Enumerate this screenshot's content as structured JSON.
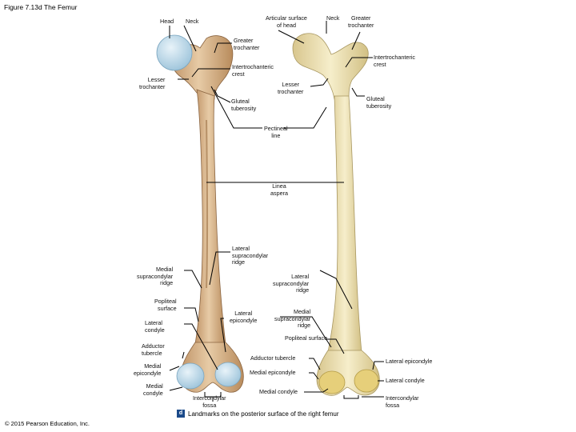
{
  "figure": {
    "title": "Figure 7.13d The Femur",
    "caption_badge": "d",
    "caption": "Landmarks on the posterior surface of the right femur",
    "copyright": "© 2015 Pearson Education, Inc."
  },
  "labels": {
    "head": "Head",
    "neck_left": "Neck",
    "articular_surface": "Articular surface\nof head",
    "neck_right": "Neck",
    "greater_trochanter_right": "Greater\ntrochanter",
    "greater_trochanter_mid": "Greater\ntrochanter",
    "intertrochanteric_crest_mid": "Intertrochanteric\ncrest",
    "intertrochanteric_crest_right": "Intertrochanteric\ncrest",
    "lesser_trochanter_left": "Lesser\ntrochanter",
    "lesser_trochanter_mid": "Lesser\ntrochanter",
    "gluteal_tuberosity_mid": "Gluteal\ntuberosity",
    "gluteal_tuberosity_right": "Gluteal\ntuberosity",
    "pectineal_line": "Pectineal\nline",
    "linea_aspera": "Linea\naspera",
    "lateral_supracondylar_ridge_mid": "Lateral\nsupracondylar\nridge",
    "medial_supracondylar_ridge_left": "Medial\nsupracondylar\nridge",
    "lateral_supracondylar_ridge_right": "Lateral\nsupracondylar\nridge",
    "popliteal_surface_left": "Popliteal\nsurface",
    "lateral_epicondyle_mid": "Lateral\nepicondyle",
    "medial_supracondylar_ridge_right": "Medial\nsupracondylar\nridge",
    "lateral_condyle_left": "Lateral\ncondyle",
    "popliteal_surface_right": "Popliteal surface",
    "adductor_tubercle_left": "Adductor\ntubercle",
    "adductor_tubercle_right": "Adductor tubercle",
    "lateral_epicondyle_right": "Lateral epicondyle",
    "medial_epicondyle_left": "Medial\nepicondyle",
    "medial_epicondyle_right": "Medial epicondyle",
    "lateral_condyle_right": "Lateral condyle",
    "medial_condyle_left": "Medial\ncondyle",
    "medial_condyle_right": "Medial condyle",
    "intercondylar_fossa_mid": "Intercondylar\nfossa",
    "intercondylar_fossa_right": "Intercondylar\nfossa"
  },
  "colors": {
    "left_bone": "#d9b892",
    "left_bone_shade": "#b98d5f",
    "cartilage": "#b9d7e8",
    "right_bone": "#efe3b6",
    "right_bone_shade": "#d4c48c",
    "right_condyles": "#e6cf7a"
  }
}
